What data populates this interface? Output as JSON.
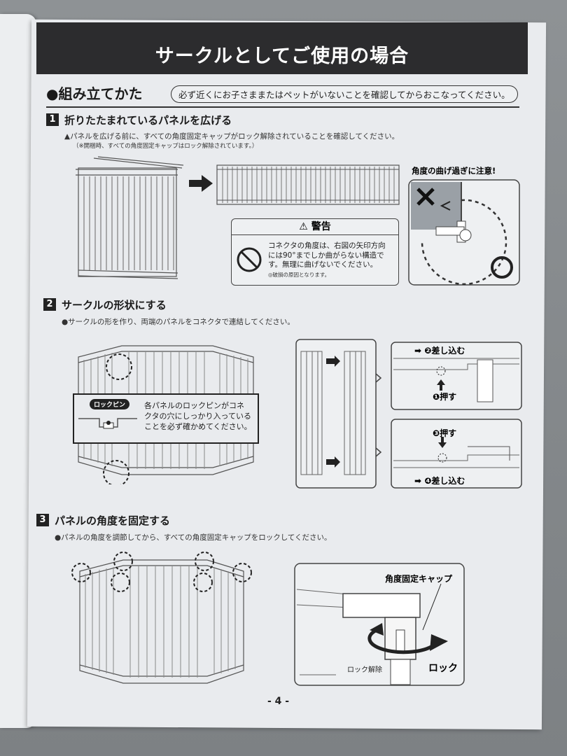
{
  "header": {
    "title": "サークルとしてご使用の場合"
  },
  "section": {
    "heading": "●組み立てかた",
    "note": "必ず近くにお子さままたはペットがいないことを確認してからおこなってください。"
  },
  "steps": [
    {
      "number": "1",
      "title": "折りたたまれているパネルを広げる",
      "caution": "▲パネルを広げる前に、すべての角度固定キャップがロック解除されていることを確認してください。",
      "sub_note": "（※開梱時、すべての角度固定キャップはロック解除されています。）",
      "angle_note": "角度の曲げ過ぎに注意!",
      "warning": {
        "title": "警告",
        "lines": [
          "コネクタの角度は、右図の矢印方向",
          "には90°までしか曲がらない構造で",
          "す。無理に曲げないでください。"
        ],
        "footnote": "◎破損の原因となります。"
      }
    },
    {
      "number": "2",
      "title": "サークルの形状にする",
      "instruction": "●サークルの形を作り、両端のパネルをコネクタで連結してください。",
      "lockpin_label": "ロックピン",
      "lockpin_text": [
        "各パネルのロックピンがコネ",
        "クタの穴にしっかり入っている",
        "ことを必ず確かめてください。"
      ],
      "detail_top": {
        "insert": "❷差し込む",
        "push": "❶押す"
      },
      "detail_bottom": {
        "push": "❸押す",
        "insert": "❹差し込む"
      }
    },
    {
      "number": "3",
      "title": "パネルの角度を固定する",
      "instruction": "●パネルの角度を調節してから、すべての角度固定キャップをロックしてください。",
      "cap_label": "角度固定キャップ",
      "unlock_label": "ロック解除",
      "lock_label": "ロック"
    }
  ],
  "footer": {
    "page_number": "- 4 -"
  },
  "colors": {
    "page": "#e9ebee",
    "header": "#2c2c2e",
    "ink": "#222222"
  }
}
